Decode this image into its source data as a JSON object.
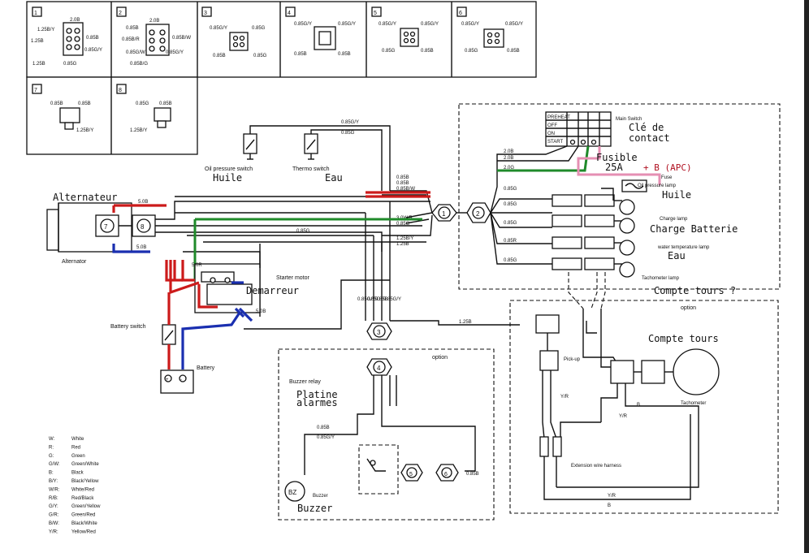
{
  "connectors": [
    {
      "num": "1",
      "wires": [
        "2.0B",
        "1.25B/Y",
        "1.25B",
        "0.85B",
        "0.85G/Y",
        "0.85G",
        "1.25B"
      ]
    },
    {
      "num": "2",
      "wires": [
        "2.0B",
        "0.85B",
        "0.85B/R",
        "0.85B/W",
        "0.85G/W",
        "0.85G/Y",
        "0.85B/G"
      ]
    },
    {
      "num": "3",
      "wires": [
        "0.85G/Y",
        "0.85G",
        "0.85B",
        "0.85G"
      ]
    },
    {
      "num": "4",
      "wires": [
        "0.85G/Y",
        "0.85G/Y",
        "0.85B",
        "0.85B"
      ]
    },
    {
      "num": "5",
      "wires": [
        "0.85G/Y",
        "0.85G/Y",
        "0.85G",
        "0.85B"
      ]
    },
    {
      "num": "6",
      "wires": [
        "0.85G/Y",
        "0.85G/Y",
        "0.85G",
        "0.85B"
      ]
    },
    {
      "num": "7",
      "wires": [
        "0.85B",
        "0.85B",
        "1.25B/Y"
      ]
    },
    {
      "num": "8",
      "wires": [
        "0.85G",
        "0.85B",
        "1.25B/Y"
      ]
    }
  ],
  "labels": {
    "oil_pressure_switch": "Oil pressure switch",
    "thermo_switch": "Thermo switch",
    "alternator": "Alternator",
    "starter_motor": "Starter motor",
    "battery_switch": "Battery switch",
    "battery": "Battery",
    "main_switch": "Main Switch",
    "fuse": "Fuse",
    "oil_pressure_lamp": "Oil pressure lamp",
    "charge_lamp": "Charge lamp",
    "water_temp_lamp": "water temperature lamp",
    "tachometer_lamp": "Tachometer lamp",
    "option": "option",
    "pickup": "Pick-up",
    "tachometer": "Tachometer",
    "extension_harness": "Extension wire harness",
    "buzzer_relay": "Buzzer relay",
    "buzzer": "Buzzer",
    "bz": "BZ",
    "key_positions": [
      "PREHEAT",
      "OFF",
      "ON",
      "START"
    ]
  },
  "annotations": {
    "alternateur": "Alternateur",
    "huile_switch": "Huile",
    "eau_switch": "Eau",
    "demarreur": "Demarreur",
    "cle_contact_1": "Clé de",
    "cle_contact_2": "contact",
    "fusible_1": "Fusible",
    "fusible_2": "25A",
    "plus_b": "+ B (APC)",
    "huile_lamp": "Huile",
    "charge_batterie": "Charge Batterie",
    "eau_lamp": "Eau",
    "compte_tours_q": "Compte tours ?",
    "compte_tours": "Compte tours",
    "platine_1": "Platine",
    "platine_2": "alarmes",
    "buzzer": "Buzzer"
  },
  "wire_labels": {
    "w_085gy": "0.85G/Y",
    "w_085g": "0.85G",
    "w_085b": "0.85B",
    "w_085bw": "0.85B/W",
    "w_125b": "1.25B",
    "w_125by": "1.25B/Y",
    "w_20b": "2.0B",
    "w_50b": "5.0B",
    "w_30wr": "3.0W/R",
    "w_085r": "0.85R",
    "w_20g": "2.0G",
    "w_085br": "0.85B/R",
    "w_085gw": "0.85G/W",
    "w_yr": "Y/R",
    "w_b": "B",
    "w_125": "1.25B",
    "w_50r": "5.0R"
  },
  "legend": [
    {
      "code": "W:",
      "desc": "White"
    },
    {
      "code": "R:",
      "desc": "Red"
    },
    {
      "code": "G:",
      "desc": "Green"
    },
    {
      "code": "G/W:",
      "desc": "Green/White"
    },
    {
      "code": "B:",
      "desc": "Black"
    },
    {
      "code": "B/Y:",
      "desc": "Black/Yellow"
    },
    {
      "code": "W/R:",
      "desc": "White/Red"
    },
    {
      "code": "R/B:",
      "desc": "Red/Black"
    },
    {
      "code": "G/Y:",
      "desc": "Green/Yellow"
    },
    {
      "code": "G/R:",
      "desc": "Green/Red"
    },
    {
      "code": "B/W:",
      "desc": "Black/White"
    },
    {
      "code": "Y/R:",
      "desc": "Yellow/Red"
    }
  ],
  "colors": {
    "red_wire": "#cc1a1a",
    "blue_wire": "#1a2fb0",
    "green_wire": "#1f8a2a",
    "pink_wire": "#e58fb3"
  }
}
